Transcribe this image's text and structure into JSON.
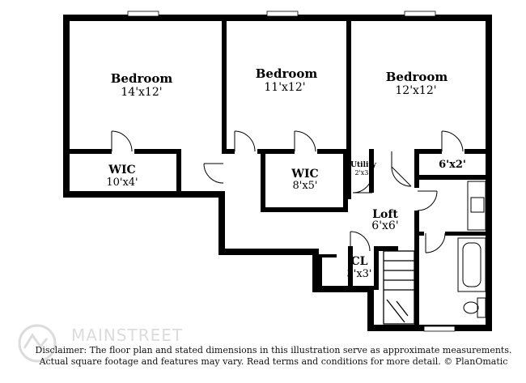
{
  "rooms": {
    "bedroom_1": {
      "name": "Bedroom",
      "size": "14'x12'"
    },
    "bedroom_2": {
      "name": "Bedroom",
      "size": "11'x12'"
    },
    "bedroom_3": {
      "name": "Bedroom",
      "size": "12'x12'"
    },
    "wic_1": {
      "name": "WIC",
      "size": "10'x4'"
    },
    "wic_2": {
      "name": "WIC",
      "size": "8'x5'"
    },
    "utility": {
      "name": "Utility",
      "size": "2'x3'"
    },
    "closet_small": {
      "size": "6'x2'"
    },
    "loft": {
      "name": "Loft",
      "size": "6'x6'"
    },
    "cl": {
      "name": "CL",
      "size": "3'x3'"
    }
  },
  "disclaimer": {
    "line1": "Disclaimer: The floor plan and stated dimensions in this illustration serve as approximate measurements.",
    "line2": "Actual square footage and features may vary. Read terms and conditions for more detail. © PlanOmatic"
  },
  "watermark": "MAINSTREET"
}
